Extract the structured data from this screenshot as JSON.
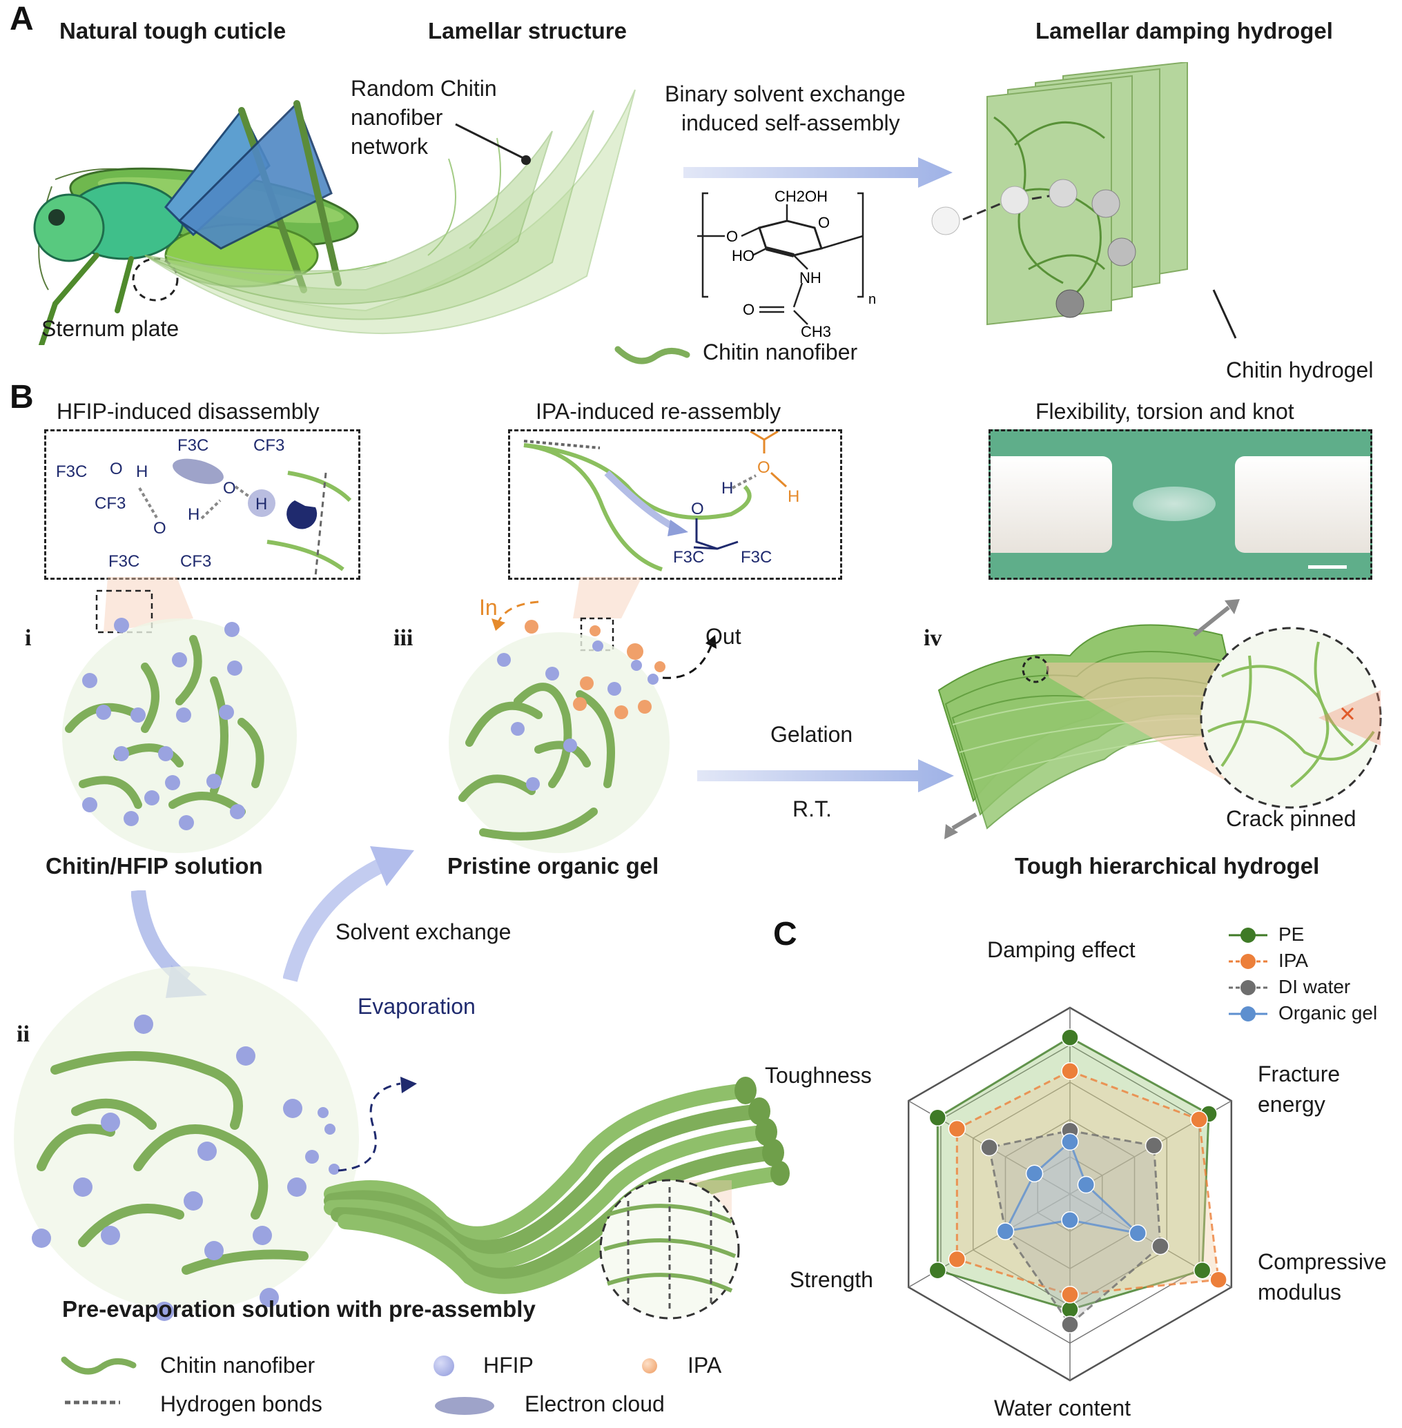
{
  "panel_a": {
    "letter": "A",
    "titles": [
      "Natural tough cuticle",
      "Lamellar structure",
      "Lamellar damping hydrogel"
    ],
    "random_network": [
      "Random Chitin",
      "nanofiber",
      "network"
    ],
    "sternum": "Sternum plate",
    "exchange": [
      "Binary solvent exchange",
      "induced self-assembly"
    ],
    "chitin_nanofiber": "Chitin nanofiber",
    "chitin_hydrogel": "Chitin hydrogel",
    "chem": {
      "ch2oh": "CH2OH",
      "o_ring": "O",
      "o_link": "O",
      "ho": "HO",
      "nh": "NH",
      "o_carbonyl": "O",
      "ch3": "CH3",
      "n": "n"
    }
  },
  "panel_b": {
    "letter": "B",
    "box_titles": [
      "HFIP-induced disassembly",
      "IPA-induced re-assembly",
      "Flexibility, torsion and knot"
    ],
    "roman": [
      "i",
      "ii",
      "iii",
      "iv"
    ],
    "in_label": "In",
    "out_label": "Out",
    "gelation": "Gelation",
    "rt": "R.T.",
    "crack": "Crack pinned",
    "captions": [
      "Chitin/HFIP solution",
      "Pristine organic gel",
      "Tough hierarchical hydrogel",
      "Pre-evaporation solution with pre-assembly"
    ],
    "solvent_exchange": "Solvent exchange",
    "evaporation": "Evaporation",
    "molecule": {
      "f3c": "F3C",
      "cf3": "CF3",
      "o": "O",
      "h": "H"
    }
  },
  "legend": {
    "items": [
      "Chitin nanofiber",
      "HFIP",
      "IPA",
      "Hydrogen bonds",
      "Electron cloud"
    ],
    "colors": {
      "fiber": "#7fae5a",
      "hfip": "#9aa3e0",
      "ipa": "#f0a06a",
      "navy": "#1f2a6e",
      "orange": "#e58a2b"
    }
  },
  "panel_c": {
    "letter": "C",
    "axes": [
      "Damping effect",
      "Fracture energy",
      "Compressive modulus",
      "Water content",
      "Strength",
      "Toughness"
    ],
    "axis_display": [
      [
        "Damping effect"
      ],
      [
        "Fracture",
        "energy"
      ],
      [
        "Compressive",
        "modulus"
      ],
      [
        "Water content"
      ],
      [
        "Strength"
      ],
      [
        "Toughness"
      ]
    ],
    "legend": [
      "PE",
      "IPA",
      "DI water",
      "Organic gel"
    ]
  },
  "chart_data": {
    "type": "radar",
    "categories": [
      "Damping effect",
      "Fracture energy",
      "Compressive modulus",
      "Water content",
      "Strength",
      "Toughness"
    ],
    "rlim": [
      0,
      5
    ],
    "grid": true,
    "legend_position": "top-right",
    "series": [
      {
        "name": "PE",
        "values": [
          4.2,
          4.3,
          4.1,
          3.1,
          4.1,
          4.1
        ],
        "color": "#3f7a26",
        "fill": "#8fbf6a",
        "dash": false
      },
      {
        "name": "IPA",
        "values": [
          3.3,
          4.0,
          4.6,
          2.7,
          3.5,
          3.5
        ],
        "color": "#ec7f3a",
        "fill": "#f2c89a",
        "dash": true
      },
      {
        "name": "DI water",
        "values": [
          1.7,
          2.6,
          2.8,
          3.5,
          2.0,
          2.5
        ],
        "color": "#6e6e6e",
        "fill": "#b0b0b0",
        "dash": true
      },
      {
        "name": "Organic gel",
        "values": [
          1.4,
          0.5,
          2.1,
          0.7,
          2.0,
          1.1
        ],
        "color": "#5d8fcf",
        "fill": "#a8c4e8",
        "dash": false
      }
    ]
  }
}
